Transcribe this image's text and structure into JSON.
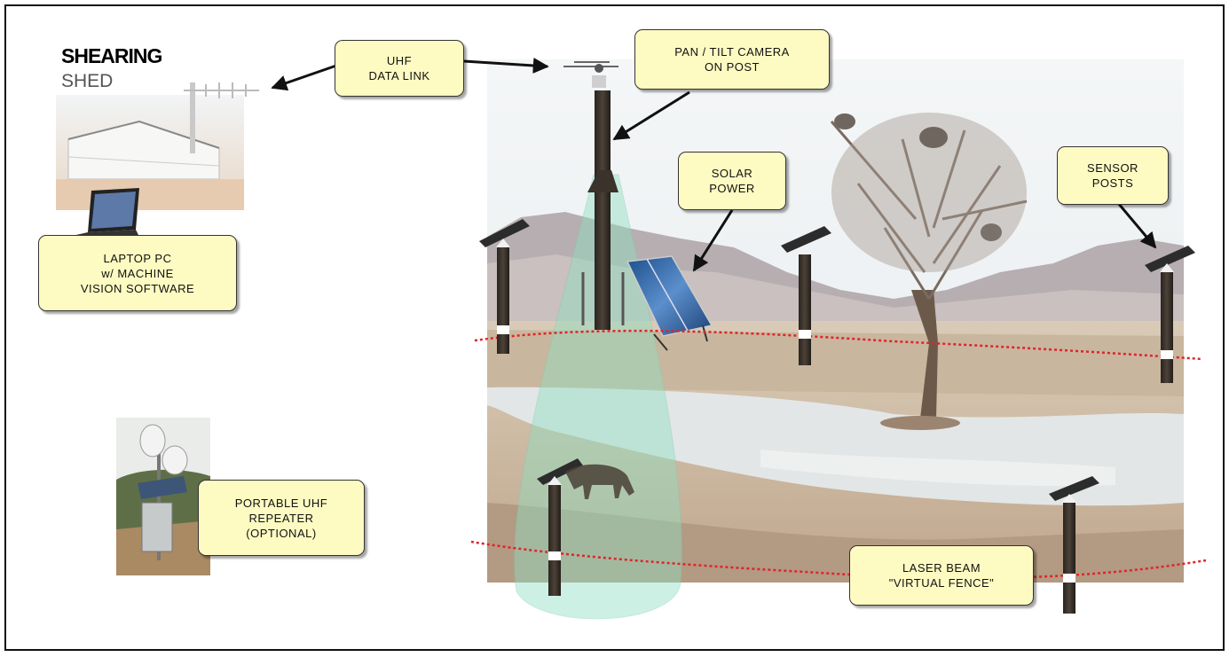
{
  "shed": {
    "title_bold": "SHEARING",
    "title_light": "SHED"
  },
  "callouts": {
    "uhf_data_link": "UHF\nDATA LINK",
    "pan_tilt_camera": "PAN / TILT CAMERA\nON POST",
    "solar_power": "SOLAR\nPOWER",
    "sensor_posts": "SENSOR\nPOSTS",
    "laptop_pc": "LAPTOP PC\nw/ MACHINE\nVISION SOFTWARE",
    "portable_repeater": "PORTABLE UHF\nREPEATER\n(OPTIONAL)",
    "laser_beam": "LASER BEAM\n\"VIRTUAL FENCE\""
  },
  "colors": {
    "callout_fill": "#fdfbc2",
    "laser": "#e0242a",
    "camera_cone": "#8fe0c2",
    "sky": "#eef2f4",
    "ground": "#cdb8a0",
    "water": "#dfe3e4"
  },
  "icons": [
    "antenna-icon",
    "laptop-icon",
    "solar-panel-icon",
    "camera-icon",
    "sensor-post-icon",
    "tree-icon",
    "repeater-icon",
    "shed-icon"
  ]
}
